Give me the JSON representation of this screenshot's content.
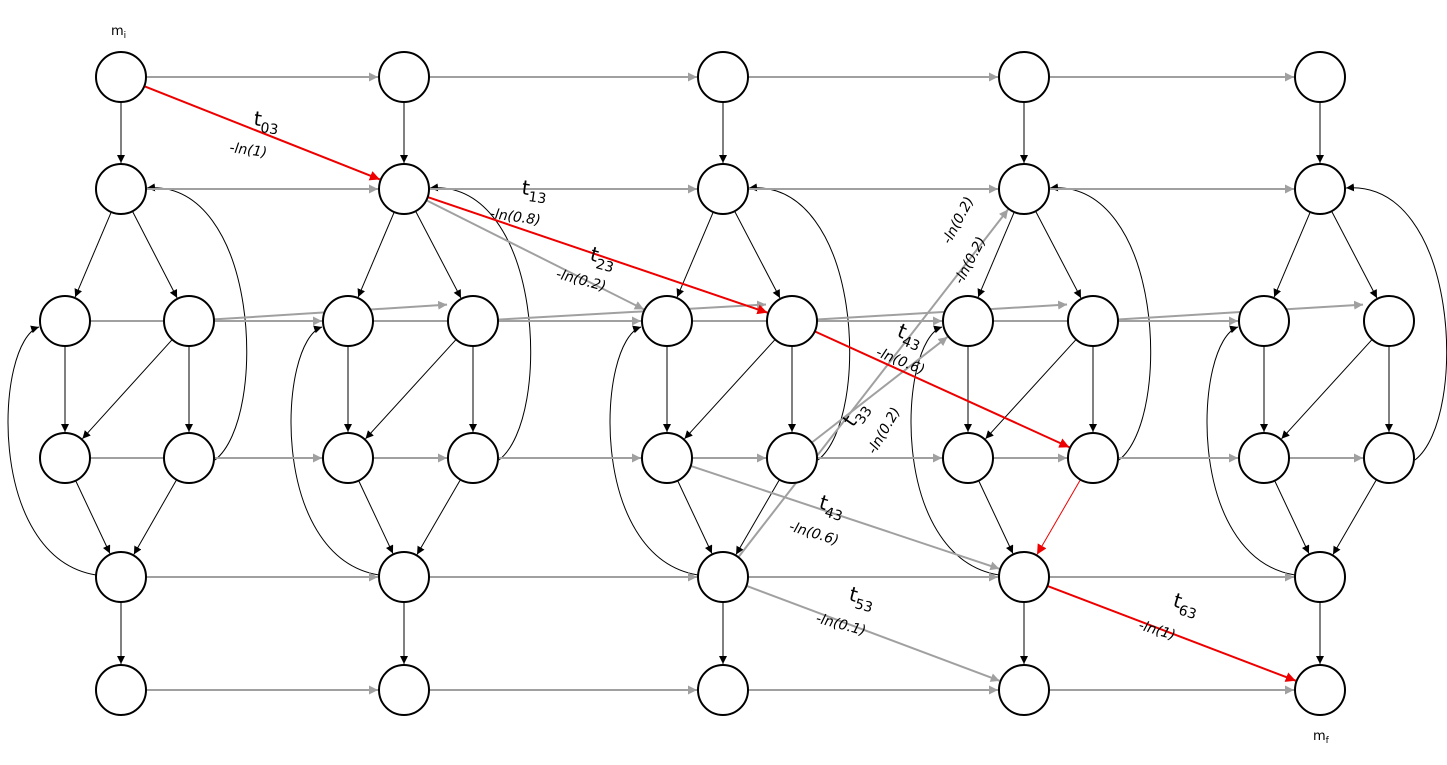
{
  "diagram": {
    "initial_marking": {
      "base": "m",
      "sub": "i"
    },
    "final_marking": {
      "base": "m",
      "sub": "f"
    },
    "edge_labels": [
      {
        "id": "t03",
        "base": "t",
        "sub": "03",
        "weight": "-ln(1)"
      },
      {
        "id": "t13",
        "base": "t",
        "sub": "13",
        "weight": "-ln(0.8)"
      },
      {
        "id": "t23",
        "base": "t",
        "sub": "23",
        "weight": "-ln(0.2)"
      },
      {
        "id": "t43a",
        "base": "t",
        "sub": "43",
        "weight": "-ln(0.6)"
      },
      {
        "id": "t33",
        "base": "t",
        "sub": "33",
        "weight": "-ln(0.2)"
      },
      {
        "id": "t43b",
        "base": "t",
        "sub": "43",
        "weight": "-ln(0.6)"
      },
      {
        "id": "t53",
        "base": "t",
        "sub": "53",
        "weight": "-ln(0.1)"
      },
      {
        "id": "t63",
        "base": "t",
        "sub": "63",
        "weight": "-ln(1)"
      }
    ],
    "extra_weights": [
      {
        "id": "w1",
        "weight": "-ln(0.2)"
      },
      {
        "id": "w2",
        "weight": "-ln(0.2)"
      }
    ],
    "columns": 5,
    "nodes_per_column": 8,
    "colors": {
      "highlight": "#ee0000",
      "inter": "#a0a0a0",
      "intra": "#000000"
    }
  }
}
